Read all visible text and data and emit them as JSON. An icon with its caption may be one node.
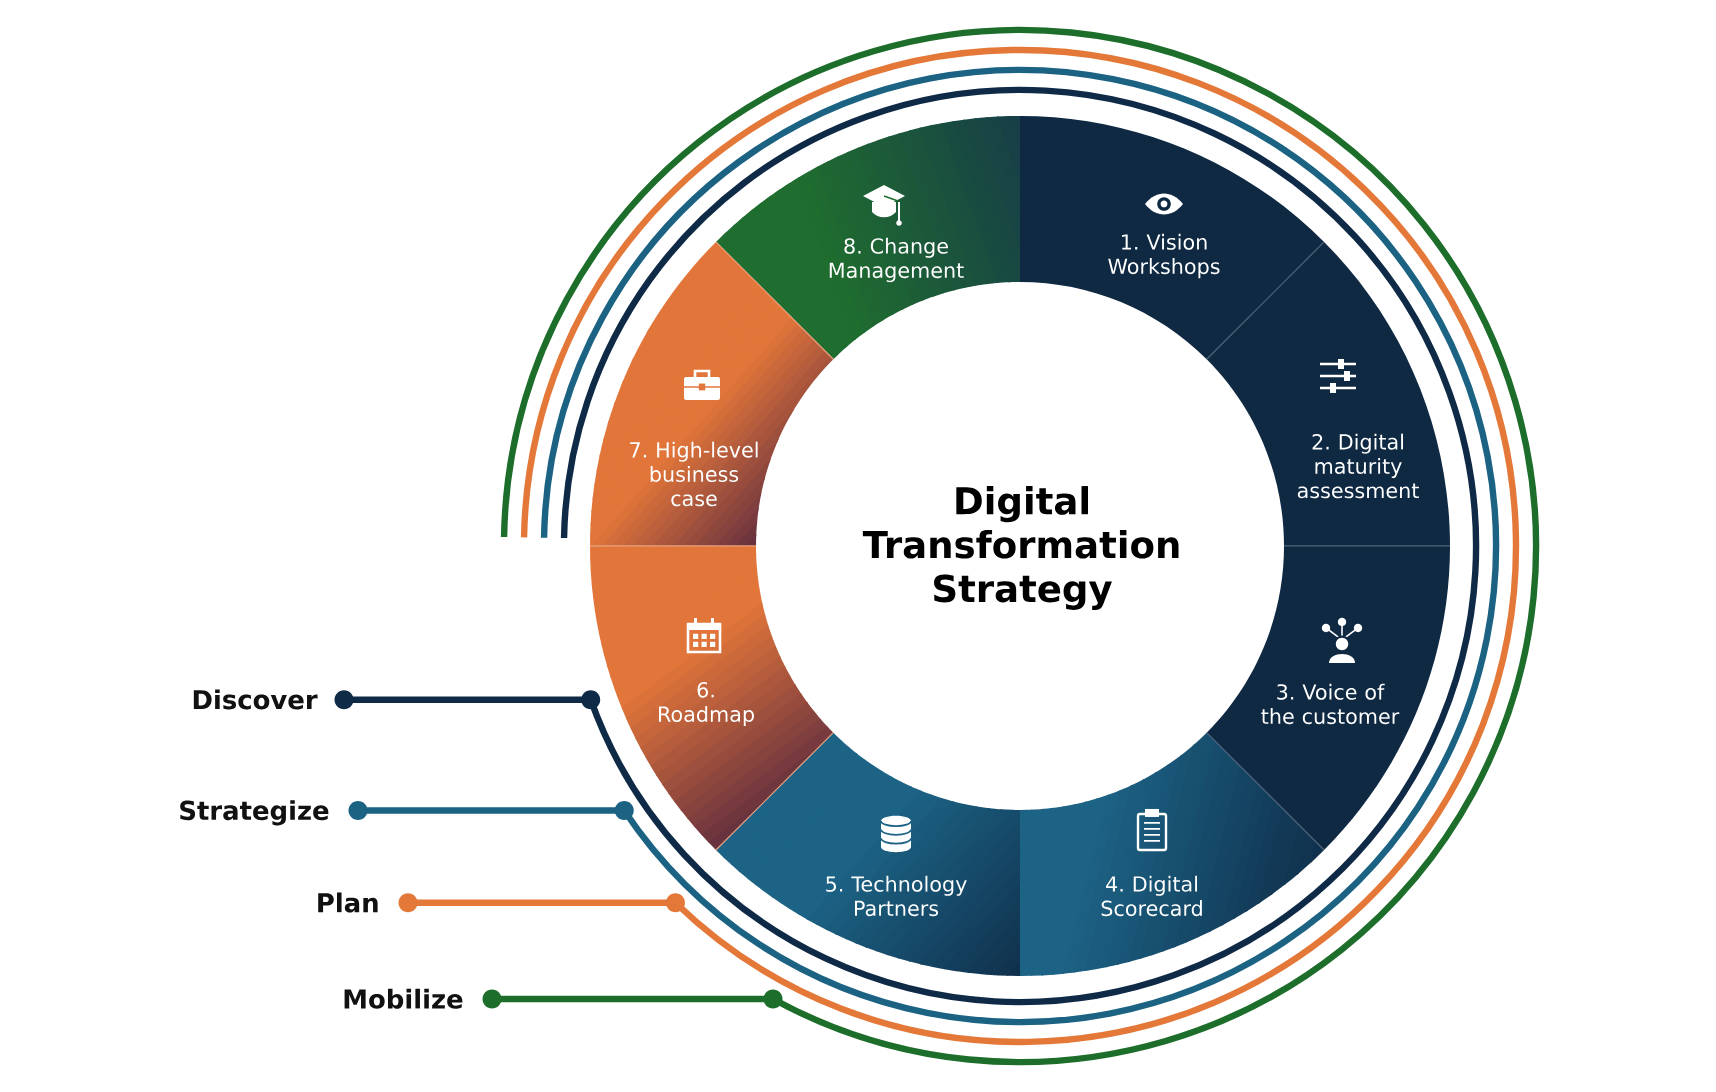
{
  "diagram": {
    "title": "Digital Transformation Strategy",
    "nodes": [
      {
        "text": [
          "1. Vision Workshops"
        ]
      },
      {
        "text": [
          "2. Digital maturity assessment"
        ]
      },
      {
        "text": [
          "3. Voice of the customer"
        ]
      },
      {
        "text": [
          "4. Digital Scorecard"
        ]
      },
      {
        "text": [
          "5. Technology Partners"
        ]
      },
      {
        "text": [
          "6. Roadmap"
        ]
      },
      {
        "text": [
          "7. High-level business case"
        ]
      },
      {
        "text": [
          "8. Change Management"
        ]
      },
      {
        "text": [
          "Discover"
        ]
      },
      {
        "text": [
          "Strategize"
        ]
      },
      {
        "text": [
          "Plan"
        ]
      },
      {
        "text": [
          "Mobilize"
        ]
      }
    ],
    "edges": [
      {
        "from": 8,
        "to": null,
        "arrow": "other",
        "color": "#0e2a47"
      },
      {
        "from": 9,
        "to": null,
        "arrow": "other",
        "color": "#1b6283"
      },
      {
        "from": 10,
        "to": null,
        "arrow": "other",
        "color": "#e47838"
      },
      {
        "from": 11,
        "to": null,
        "arrow": "other",
        "color": "#1d6e2a"
      }
    ]
  }
}
